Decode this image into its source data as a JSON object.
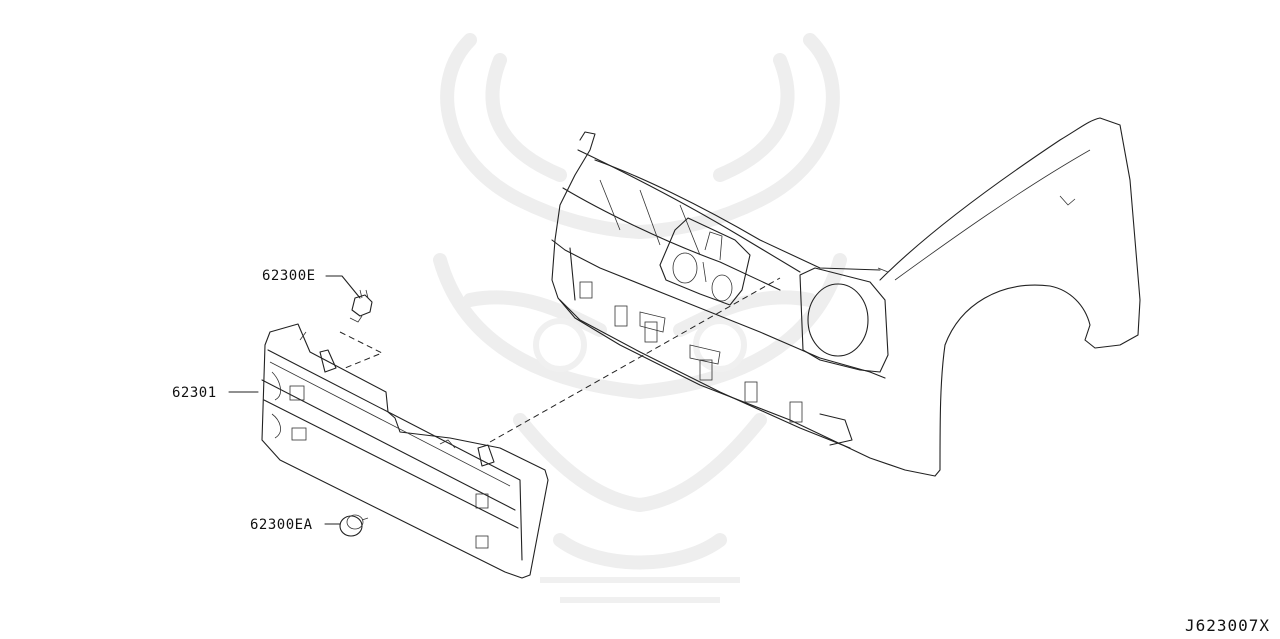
{
  "diagram": {
    "parts": {
      "clip": {
        "part_number": "62300E",
        "icon": "clip-icon"
      },
      "grille": {
        "part_number": "62301",
        "icon": "grille-icon"
      },
      "grommet": {
        "part_number": "62300EA",
        "icon": "grommet-icon"
      }
    },
    "diagram_code": "J623007X",
    "watermark_icon": "samurai-mask-watermark"
  },
  "colors": {
    "line": "#222222",
    "watermark": "#eeeeee",
    "background": "#ffffff"
  }
}
